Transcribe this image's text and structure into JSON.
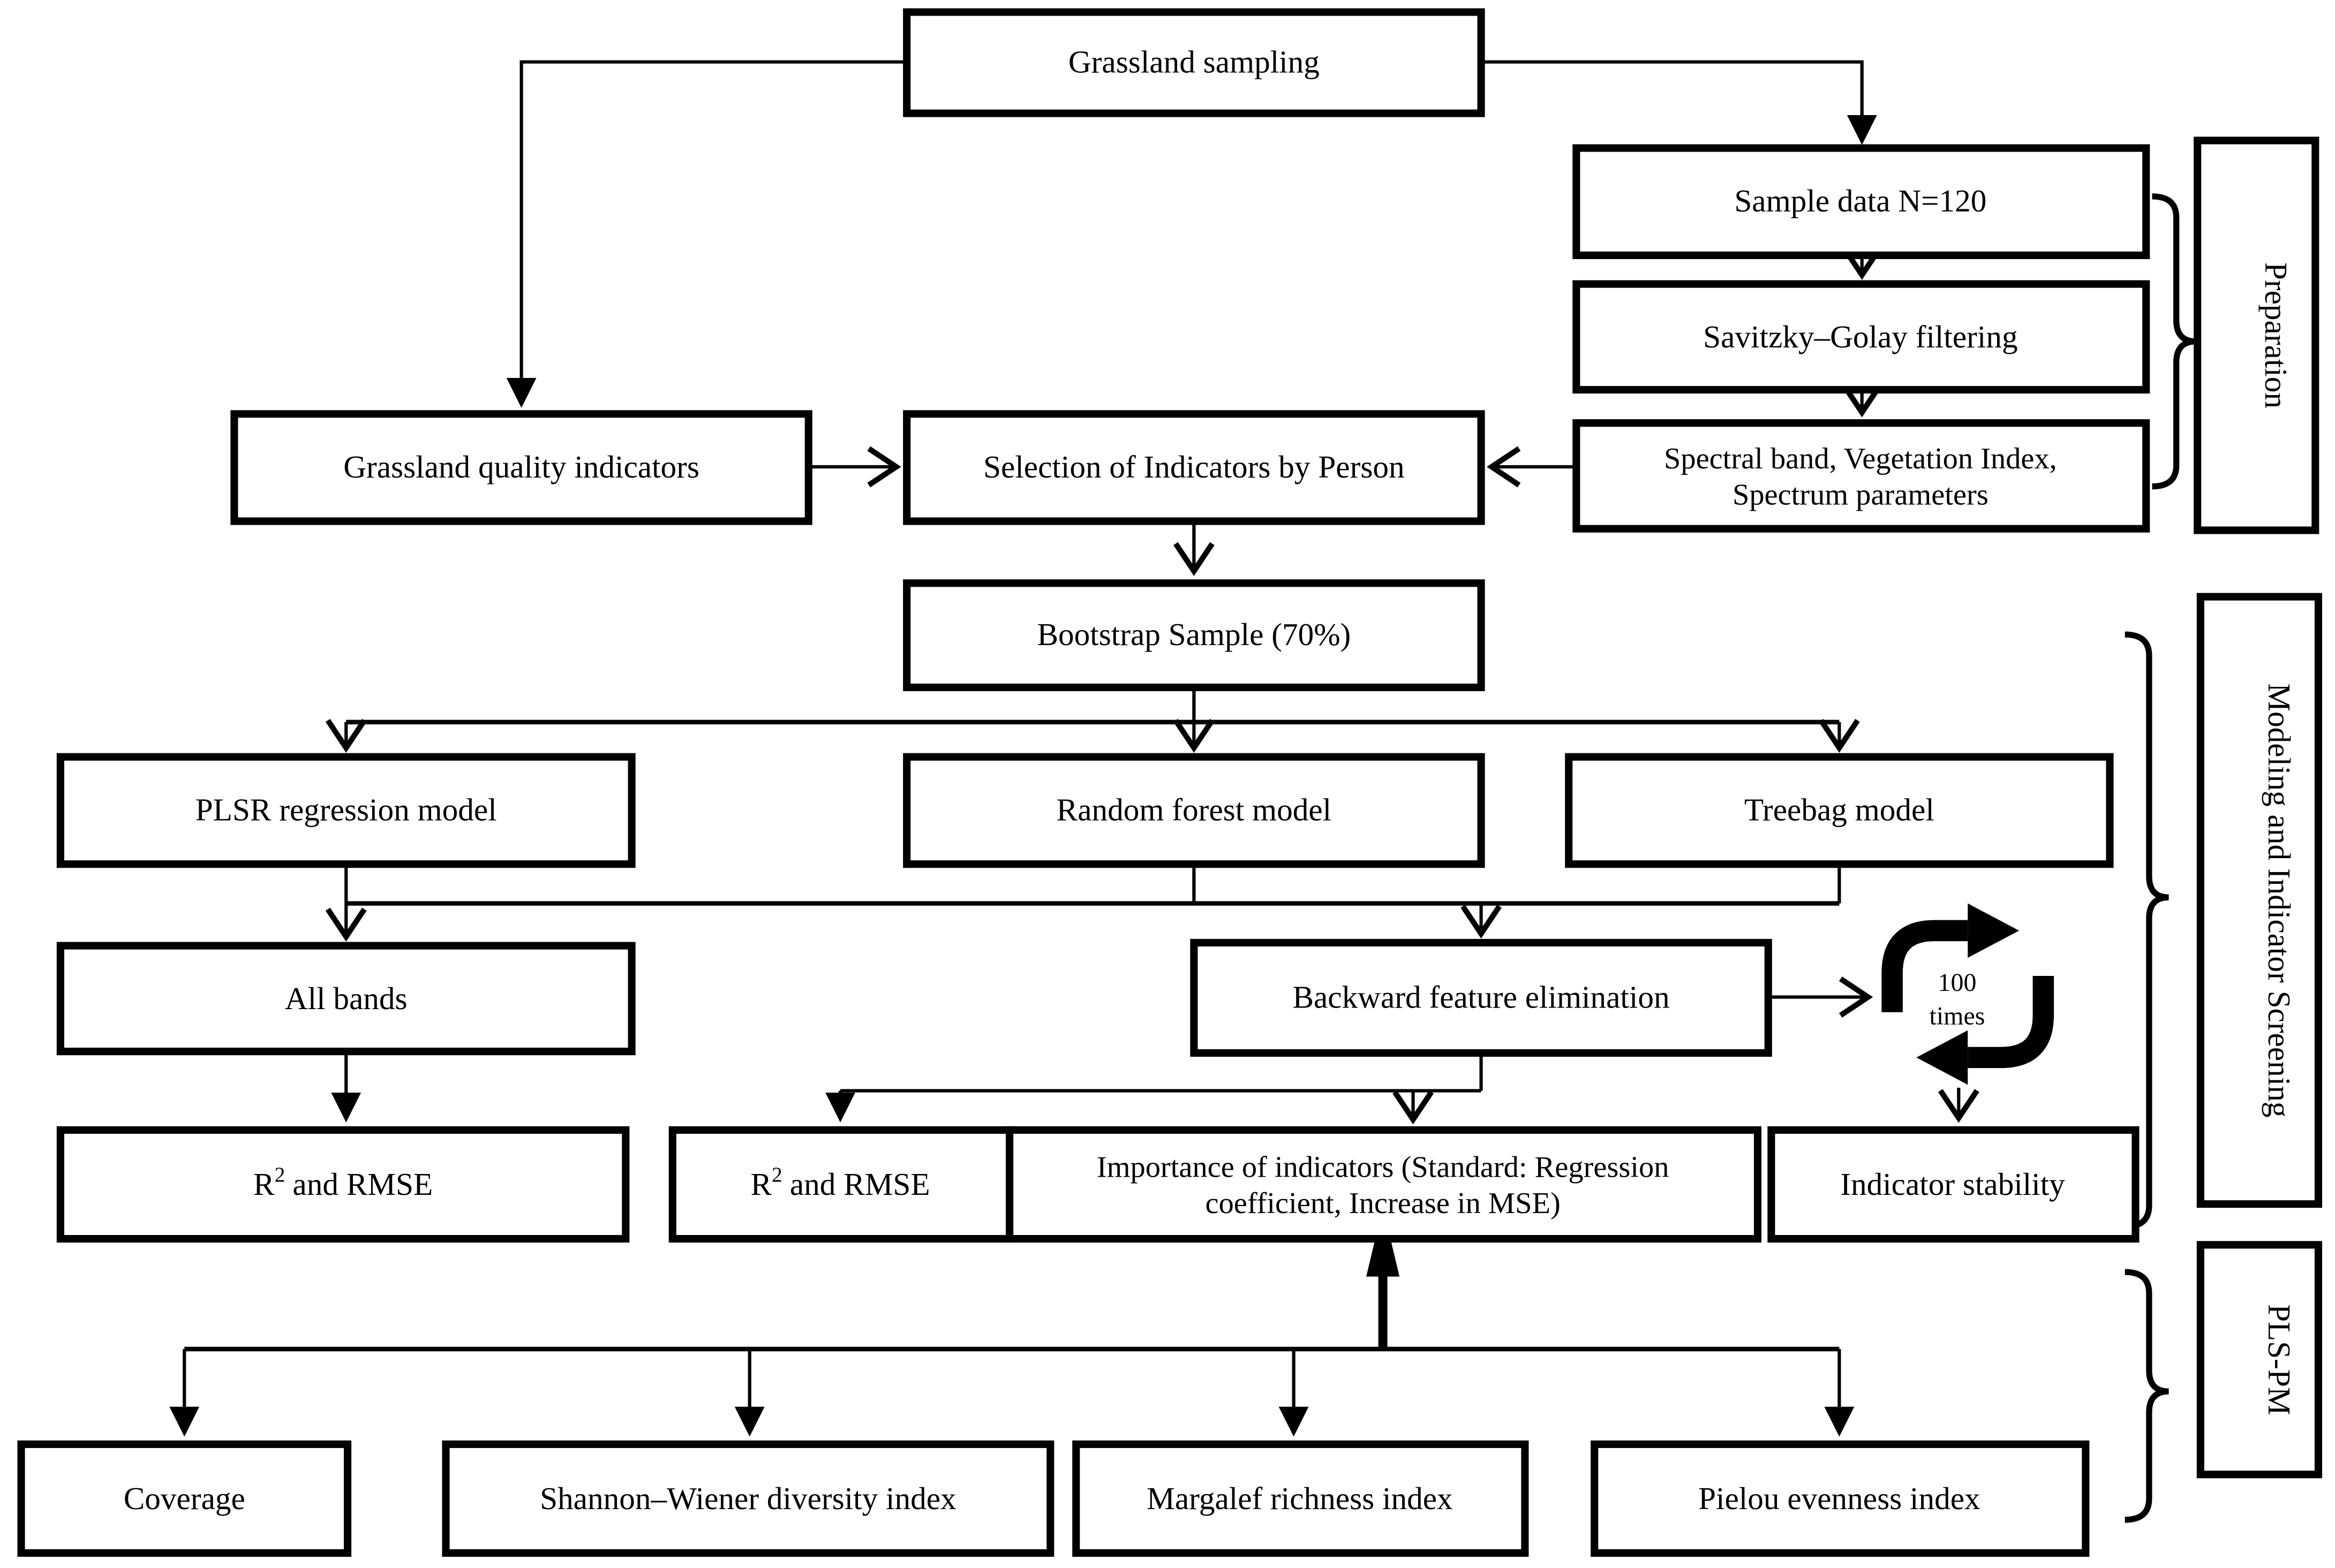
{
  "diagram": {
    "nodes": {
      "grassland_sampling": "Grassland sampling",
      "sample_data": "Sample data N=120",
      "savitzky": "Savitzky–Golay filtering",
      "spectral": {
        "line1": "Spectral band, Vegetation Index,",
        "line2": "Spectrum parameters"
      },
      "gqi": "Grassland quality indicators",
      "selection": "Selection of Indicators by Person",
      "bootstrap": "Bootstrap Sample (70%)",
      "plsr": "PLSR regression model",
      "random_forest": "Random forest model",
      "treebag": "Treebag model",
      "all_bands": "All bands",
      "backward": "Backward feature elimination",
      "r2": {
        "base": "R",
        "sup": "2",
        "rest": "and RMSE"
      },
      "importance": {
        "line1": "Importance of indicators (Standard: Regression",
        "line2": "coefficient, Increase in MSE)"
      },
      "stability": "Indicator stability",
      "coverage": "Coverage",
      "shannon": "Shannon–Wiener diversity index",
      "margalef": "Margalef richness index",
      "pielou": "Pielou evenness index"
    },
    "stages": {
      "preparation": "Preparation",
      "modeling": "Modeling and Indicator Screening",
      "plspm": "PLS-PM"
    },
    "loop": {
      "line1": "100",
      "line2": "times"
    },
    "colors": {
      "ink": "#000000",
      "paper": "#ffffff"
    }
  }
}
